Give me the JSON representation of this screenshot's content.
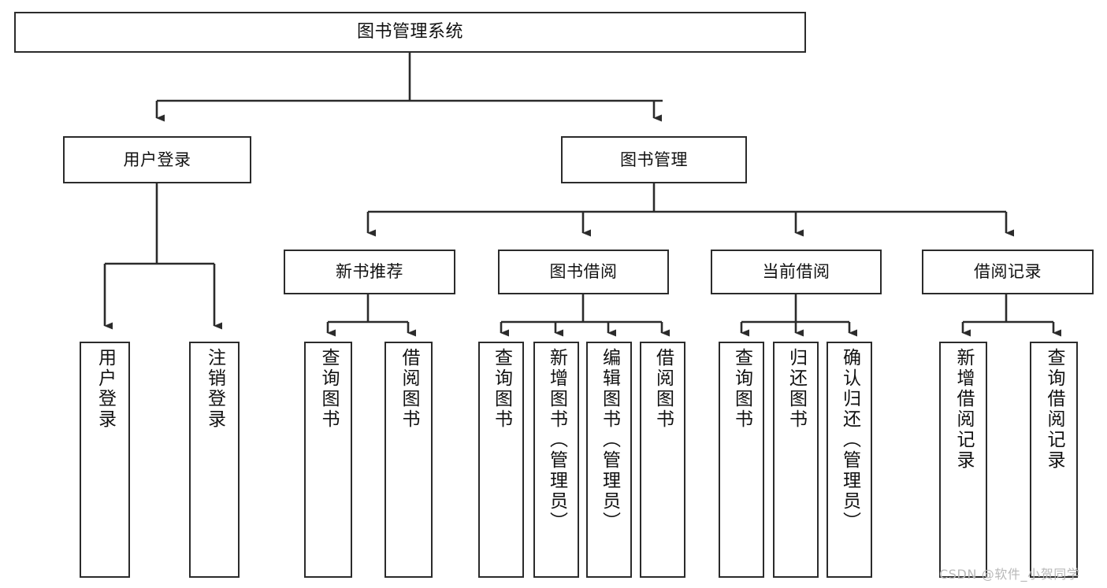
{
  "diagram": {
    "type": "tree-hierarchy-chart",
    "background_color": "#ffffff",
    "border_color": "#2b2b2b",
    "text_color": "#111111",
    "root": {
      "id": "root",
      "label": "图书管理系统"
    },
    "level2": [
      {
        "id": "user-login",
        "label": "用户登录"
      },
      {
        "id": "book-manage",
        "label": "图书管理"
      }
    ],
    "level3": [
      {
        "id": "new-book-rec",
        "label": "新书推荐"
      },
      {
        "id": "book-borrow",
        "label": "图书借阅"
      },
      {
        "id": "current-borrow",
        "label": "当前借阅"
      },
      {
        "id": "borrow-record",
        "label": "借阅记录"
      }
    ],
    "leaves": {
      "user_login": [
        {
          "id": "leaf-user-login",
          "label": "用户登录"
        },
        {
          "id": "leaf-user-logout",
          "label": "注销登录"
        }
      ],
      "new_book_rec": [
        {
          "id": "leaf-query-book-1",
          "label": "查询图书"
        },
        {
          "id": "leaf-borrow-book-1",
          "label": "借阅图书"
        }
      ],
      "book_borrow": [
        {
          "id": "leaf-query-book-2",
          "label": "查询图书"
        },
        {
          "id": "leaf-add-book",
          "label": "新增图书（管理员）"
        },
        {
          "id": "leaf-edit-book",
          "label": "编辑图书（管理员）"
        },
        {
          "id": "leaf-borrow-book-2",
          "label": "借阅图书"
        }
      ],
      "current_borrow": [
        {
          "id": "leaf-query-book-3",
          "label": "查询图书"
        },
        {
          "id": "leaf-return-book",
          "label": "归还图书"
        },
        {
          "id": "leaf-confirm-return",
          "label": "确认归还（管理员）"
        }
      ],
      "borrow_record": [
        {
          "id": "leaf-add-record",
          "label": "新增借阅记录"
        },
        {
          "id": "leaf-query-record",
          "label": "查询借阅记录"
        }
      ]
    }
  },
  "watermark": {
    "text": "CSDN @软件_小贺同学"
  }
}
